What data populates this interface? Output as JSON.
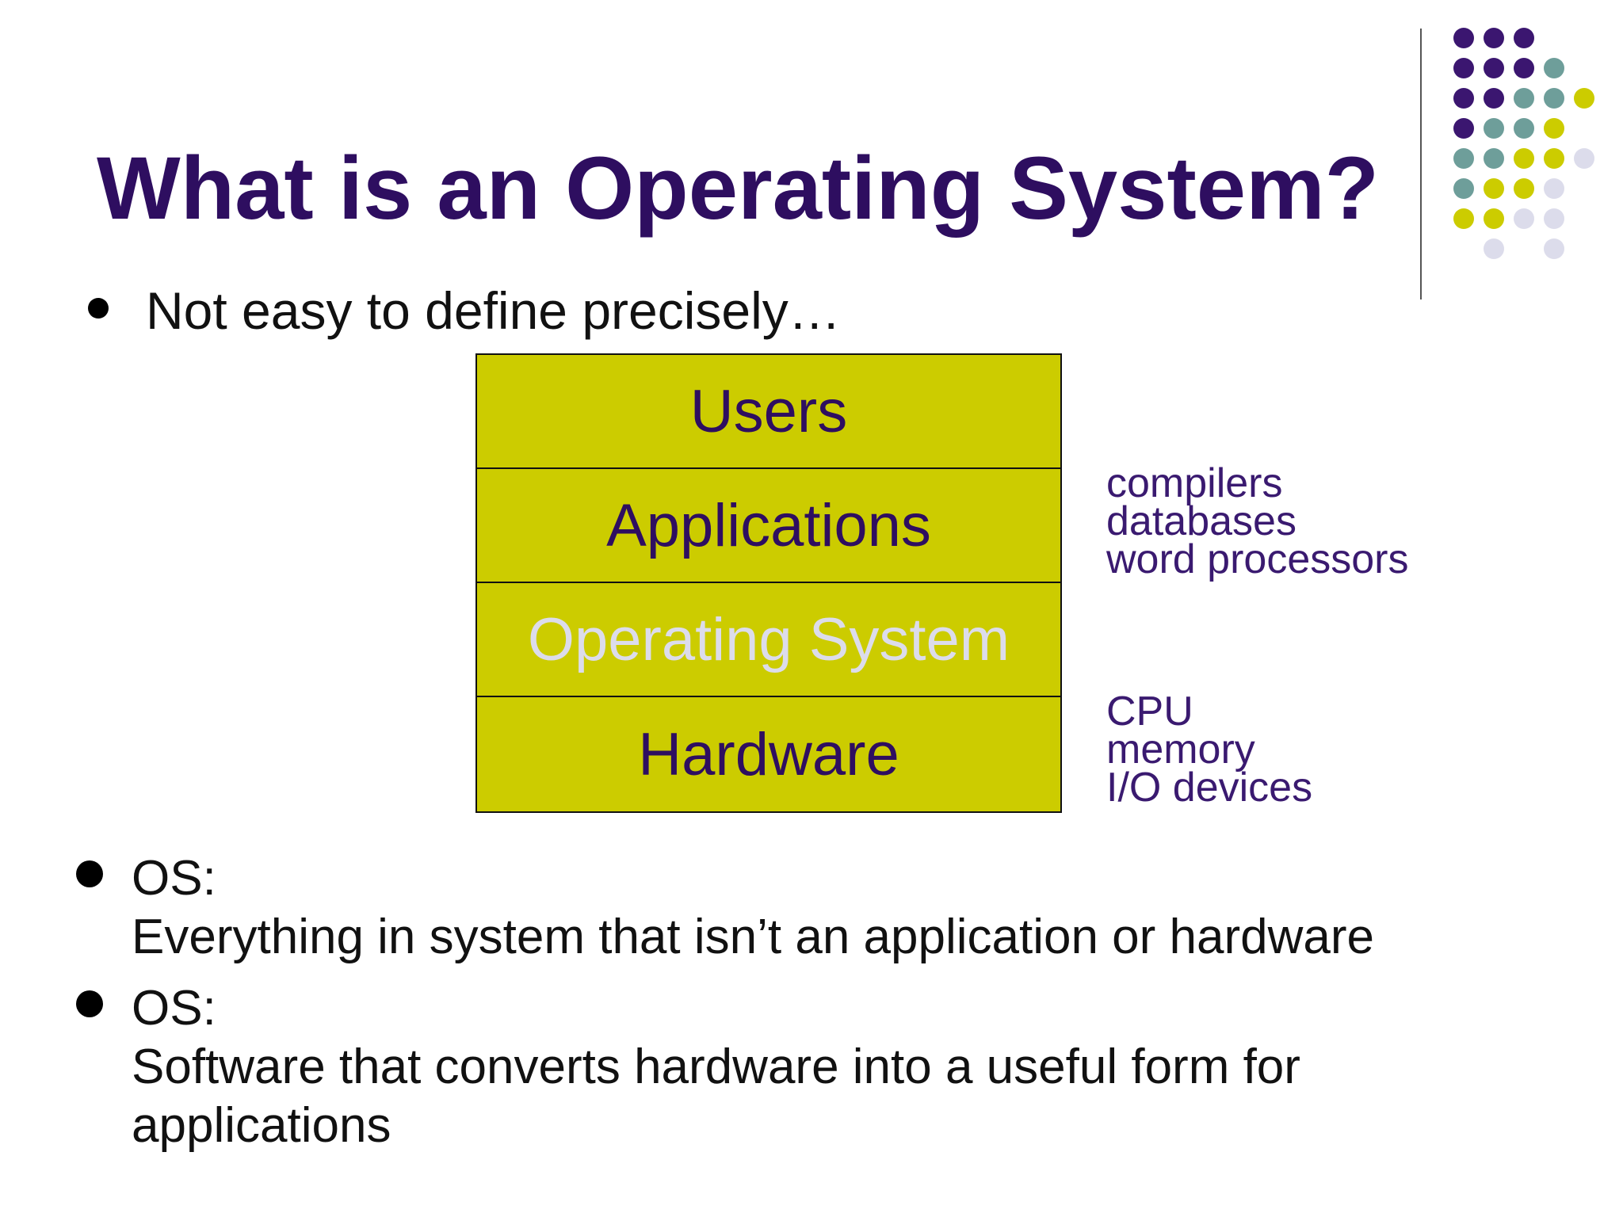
{
  "slide": {
    "title": "What is an Operating System?",
    "colors": {
      "title": "#2E0E60",
      "layer_fill": "#CCCC00",
      "os_text": "#DCDCEB",
      "side_text": "#3A1A70",
      "dot_purple": "#3B1670",
      "dot_teal": "#6E9E9A",
      "dot_olive": "#CCCC00",
      "dot_lavender": "#DCDCEB"
    },
    "bullets": [
      {
        "lines": [
          "Not easy to define precisely…"
        ]
      },
      {
        "lines": [
          "OS:",
          "Everything in system that isn’t an application or hardware"
        ]
      },
      {
        "lines": [
          "OS:",
          "Software that converts hardware into a useful form for",
          "applications"
        ]
      }
    ],
    "stack": {
      "layers": [
        "Users",
        "Applications",
        "Operating System",
        "Hardware"
      ]
    },
    "side_notes": {
      "applications": [
        "compilers",
        "databases",
        "word processors"
      ],
      "hardware": [
        "CPU",
        "memory",
        "I/O devices"
      ]
    }
  }
}
